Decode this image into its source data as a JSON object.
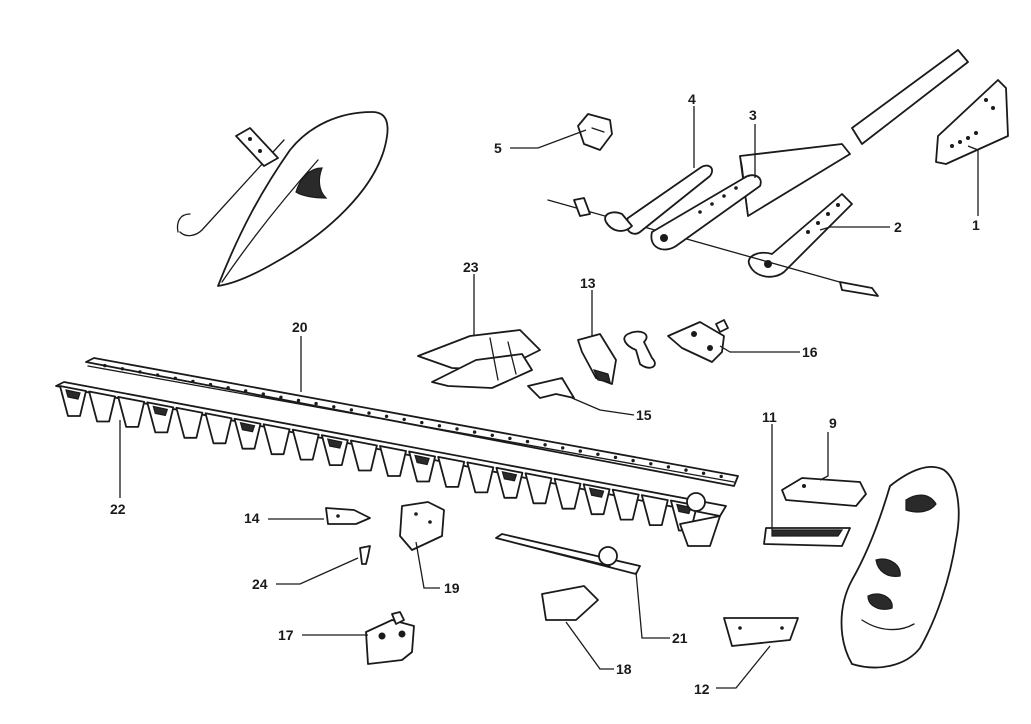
{
  "diagram": {
    "callouts": [
      {
        "id": "c1",
        "label": "1"
      },
      {
        "id": "c2",
        "label": "2"
      },
      {
        "id": "c3",
        "label": "3"
      },
      {
        "id": "c4",
        "label": "4"
      },
      {
        "id": "c5",
        "label": "5"
      },
      {
        "id": "c9",
        "label": "9"
      },
      {
        "id": "c11",
        "label": "11"
      },
      {
        "id": "c12",
        "label": "12"
      },
      {
        "id": "c13",
        "label": "13"
      },
      {
        "id": "c14",
        "label": "14"
      },
      {
        "id": "c15",
        "label": "15"
      },
      {
        "id": "c16",
        "label": "16"
      },
      {
        "id": "c17",
        "label": "17"
      },
      {
        "id": "c18",
        "label": "18"
      },
      {
        "id": "c19",
        "label": "19"
      },
      {
        "id": "c20",
        "label": "20"
      },
      {
        "id": "c21",
        "label": "21"
      },
      {
        "id": "c22",
        "label": "22"
      },
      {
        "id": "c23",
        "label": "23"
      },
      {
        "id": "c24",
        "label": "24"
      }
    ]
  }
}
